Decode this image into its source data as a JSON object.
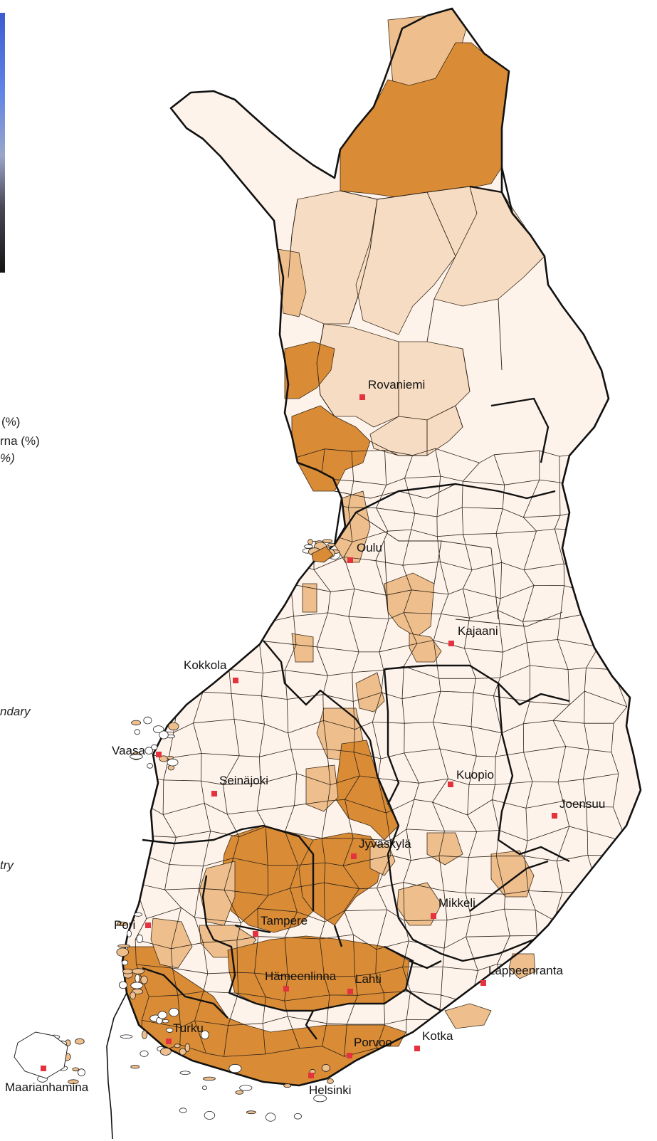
{
  "legend_fragments": [
    "(%)",
    "rna (%)",
    "%)",
    "ndary",
    "try"
  ],
  "colors": {
    "class_1": "#fdf3ea",
    "class_2": "#f6dcc2",
    "class_3": "#eebf8c",
    "class_4": "#d98b35",
    "boundary": "#111111",
    "city_marker": "#e5323f",
    "background": "#ffffff"
  },
  "cities": [
    {
      "name": "Rovaniemi"
    },
    {
      "name": "Oulu"
    },
    {
      "name": "Kajaani"
    },
    {
      "name": "Kokkola"
    },
    {
      "name": "Vaasa"
    },
    {
      "name": "Seinäjoki"
    },
    {
      "name": "Kuopio"
    },
    {
      "name": "Joensuu"
    },
    {
      "name": "Jyväskylä"
    },
    {
      "name": "Mikkeli"
    },
    {
      "name": "Pori"
    },
    {
      "name": "Tampere"
    },
    {
      "name": "Hämeenlinna"
    },
    {
      "name": "Lahti"
    },
    {
      "name": "Lappeenranta"
    },
    {
      "name": "Turku"
    },
    {
      "name": "Porvoo"
    },
    {
      "name": "Kotka"
    },
    {
      "name": "Helsinki"
    },
    {
      "name": "Maarianhamina"
    }
  ]
}
